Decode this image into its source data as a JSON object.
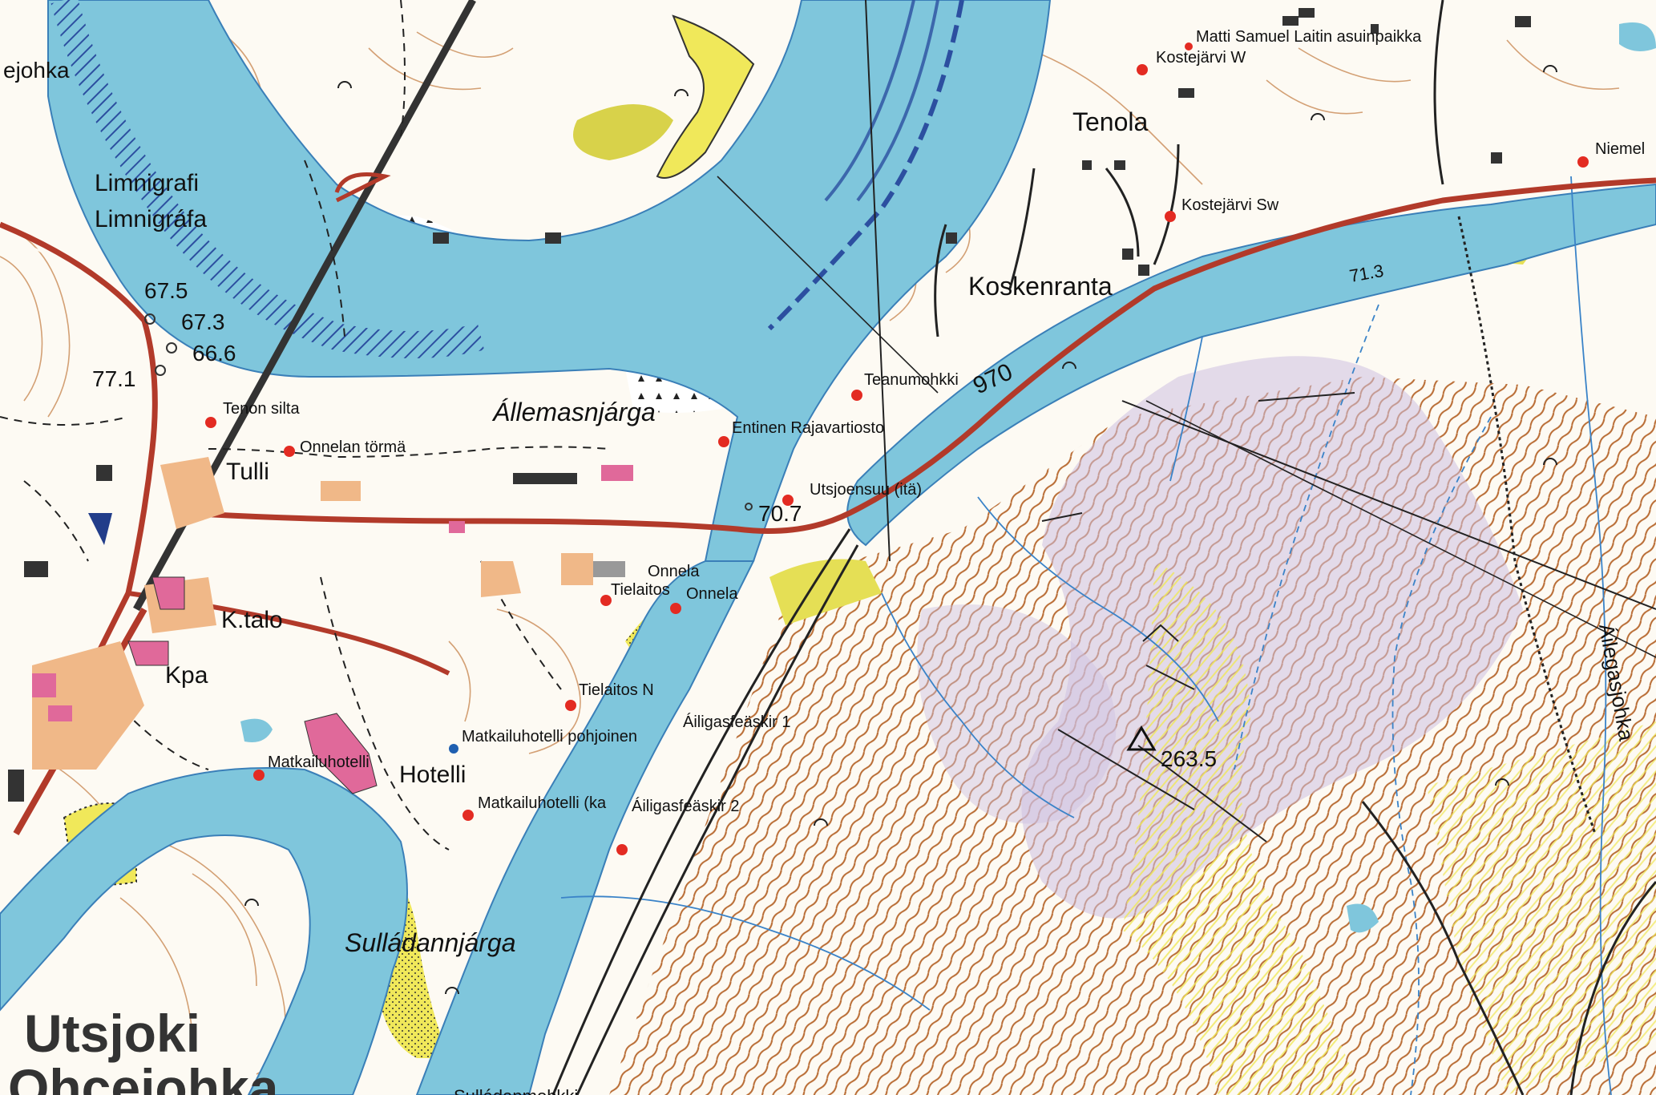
{
  "map": {
    "colors": {
      "water": "#7fc6dc",
      "water_stroke": "#3a7fb8",
      "land": "#fdfaf3",
      "contour": "#b5652a",
      "road": "#b23a2a",
      "building_pink": "#e0699a",
      "building_orange": "#f0b888",
      "sand": "#f0e85a",
      "hatch_blue": "#2c4fa0",
      "hill_lilac": "#cdbfe0",
      "stream": "#3a83c8"
    },
    "places": {
      "utsjoki": "Utsjoki",
      "ohcejohka": "Ohcejohka",
      "tenola": "Tenola",
      "koskenranta": "Koskenranta",
      "tulli": "Tulli",
      "ktalo": "K.talo",
      "kpa": "Kpa",
      "hotelli": "Hotelli",
      "allemasnjarga": "Állemasnjárga",
      "sulladannjarga": "Sulládannjárga",
      "sulladanmohkki": "Sulládanmohkki",
      "ailegasjohka": "Áilegasjohka",
      "limnigrafi": "Limnigrafi",
      "limnigrafa": "Limnigráfa",
      "ejohka": "ejohka"
    },
    "road_number": "970",
    "heights": {
      "h675": "67.5",
      "h673": "67.3",
      "h666": "66.6",
      "h771": "77.1",
      "h707": "70.7",
      "h713": "71.3",
      "h2635": "263.5"
    },
    "pois": {
      "matti": "Matti Samuel Laitin asuinpaikka",
      "kostejarvi_w": "Kostejärvi W",
      "kostejarvi_sw": "Kostejärvi Sw",
      "niemel": "Niemel",
      "teanumohkki": "Teanumohkki",
      "rajavartiosto": "Entinen Rajavartiosto",
      "utsjoensuu": "Utsjoensuu (itä)",
      "tenon_silta": "Tenon silta",
      "onnelan_torma": "Onnelan törmä",
      "onnela1": "Onnela",
      "onnela2": "Onnela",
      "tielaitos": "Tielaitos",
      "tielaitos_n": "Tielaitos N",
      "matkailuhotelli_pohjoinen": "Matkailuhotelli pohjoinen",
      "ailigas1": "Áiligasfeäskir 1",
      "matkailuhotelli": "Matkailuhotelli",
      "matkailuhotelli_ka": "Matkailuhotelli (ka",
      "ailigas2": "Áiligasfeäskir 2"
    }
  }
}
